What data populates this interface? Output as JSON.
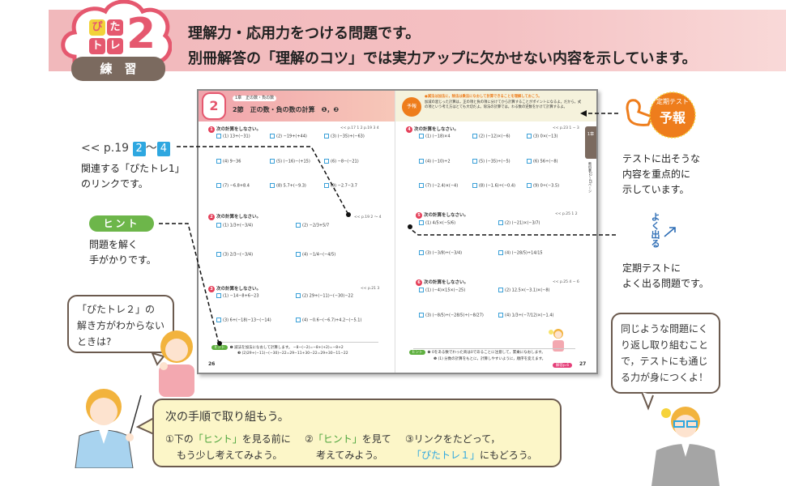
{
  "header": {
    "logo_chars": [
      "ぴ",
      "た",
      "ト",
      "レ"
    ],
    "logo_number": "2",
    "logo_label": "練　習",
    "line1": "理解力・応用力をつける問題です。",
    "line2": "別冊解答の「理解のコツ」では実力アップに欠かせない内容を示しています。"
  },
  "left_notes": {
    "ref_prefix": "<< p.19",
    "ref_from": "2",
    "ref_sep": "～",
    "ref_to": "4",
    "ref_desc": [
      "関連する「ぴたトレ1」",
      "のリンクです。"
    ],
    "hint_label": "ヒント",
    "hint_desc": [
      "問題を解く",
      "手がかりです。"
    ],
    "student_bubble": [
      "「ぴたトレ２」の",
      "解き方がわからない",
      "ときは?"
    ]
  },
  "right_notes": {
    "badge_top": "定期テスト",
    "badge_main": "予報",
    "badge_desc": [
      "テストに出そうな",
      "内容を重点的に",
      "示しています。"
    ],
    "yoku_label": "よく出る",
    "yoku_desc": [
      "定期テストに",
      "よく出る問題です。"
    ],
    "teacher_bubble": [
      "同じような問題にく",
      "り返し取り組むこと",
      "で，テストにも通じ",
      "る力が身につくよ！"
    ]
  },
  "bottom": {
    "title": "次の手順で取り組もう。",
    "step1_a": "①下の",
    "step1_hint": "「ヒント」",
    "step1_b": "を見る前に",
    "step1_c": "もう少し考えてみよう。",
    "step2_a": "②",
    "step2_hint": "「ヒント」",
    "step2_b": "を見て",
    "step2_c": "考えてみよう。",
    "step3_a": "③リンクをたどって，",
    "step3_link": "「ぴたトレ１」",
    "step3_b": "にもどろう。"
  },
  "book": {
    "chapter": "1章　正の数・負の数",
    "section": "2節　正の数・負の数の計算　❶，❷",
    "forecast_title": "●減法は加法に，除法は乗法になおして計算できることを理解しておこう。",
    "forecast_body": "加減の混じった計算は，正の項と負の項に分けてから計算することがポイントになるよ。だから，式の項という考え方はとても大切だよ。除法の計算では，わる数の逆数をかけて計算するよ。",
    "side_tab": "1章",
    "side_text": "教科書22〜45ページ",
    "q_prompt": "次の計算をしなさい。",
    "q1_ref": "<< p.17 1 2 p.19 3 4",
    "q1": [
      "(1) 13+(−31)",
      "(2) −19+(+44)",
      "(3) (−35)+(−63)",
      "(4) 9−36",
      "(5) (−16)−(+15)",
      "(6) −8−(−21)",
      "(7) −6.8+8.4",
      "(8) 5.7+(−9.3)",
      "(9) −2.7−3.7"
    ],
    "q2_ref": "<< p.19 2 〜 4",
    "q2": [
      "(1) 1/3+(−3/4)",
      "(2) −2/3+5/7",
      "(3) 2/3−(−3/4)",
      "(4) −1/4−(−4/5)"
    ],
    "q3_ref": "<< p.21 3",
    "q3": [
      "(1) −14−8+6−23",
      "(2) 29+(−11)−(−30)−22",
      "(3) 6+(−18)−13−(−14)",
      "(4) −0.6−(−6.7)+4.2−(−5.1)"
    ],
    "q4_ref": "<< p.23 1 − 3",
    "q4": [
      "(1) (−18)×4",
      "(2) (−12)×(−6)",
      "(3) 0×(−13)",
      "(4) (−10)÷2",
      "(5) (−35)÷(−5)",
      "(6) 56÷(−8)",
      "(7) (−2.4)×(−4)",
      "(8) (−1.6)÷(−0.4)",
      "(9) 0÷(−3.5)"
    ],
    "q5_ref": "<< p.25 1 2",
    "q5": [
      "(1) 4/5×(−5/6)",
      "(2) (−21)×(−3/7)",
      "(3) (−3/8)÷(−3/4)",
      "(4) (−28/5)÷14/15"
    ],
    "q6_ref": "<< p.25 4 − 6",
    "q6": [
      "(1) (−4)×15×(−25)",
      "(2) 12.5×(−3.1)×(−8)",
      "(3) (−8/5)÷(−28/5)÷(−8/27)",
      "(4) 1/3÷(−7/12)×(−1.4)"
    ],
    "hint_left": [
      "❶ 減法を加法になおして計算します。 −8−(−2)=−8+(+2)=−8+2",
      "❸ (2)29+(−11)−(−30)−22=29−11+30−22=29+30−11−22"
    ],
    "hint_right": [
      "❹ 0をある数でわった商は0であることに注意して，累乗になおします。",
      "❺ (1) 分数の計算をもとに，計算しやすいように，順序を変えます。"
    ],
    "answer_badge": "解答p.6",
    "page_left": "26",
    "page_right": "27"
  },
  "colors": {
    "pink": "#e5586f",
    "blue": "#2ea7e0",
    "green": "#6db64a",
    "orange": "#ee7d1c",
    "brown": "#6b5a4e"
  }
}
